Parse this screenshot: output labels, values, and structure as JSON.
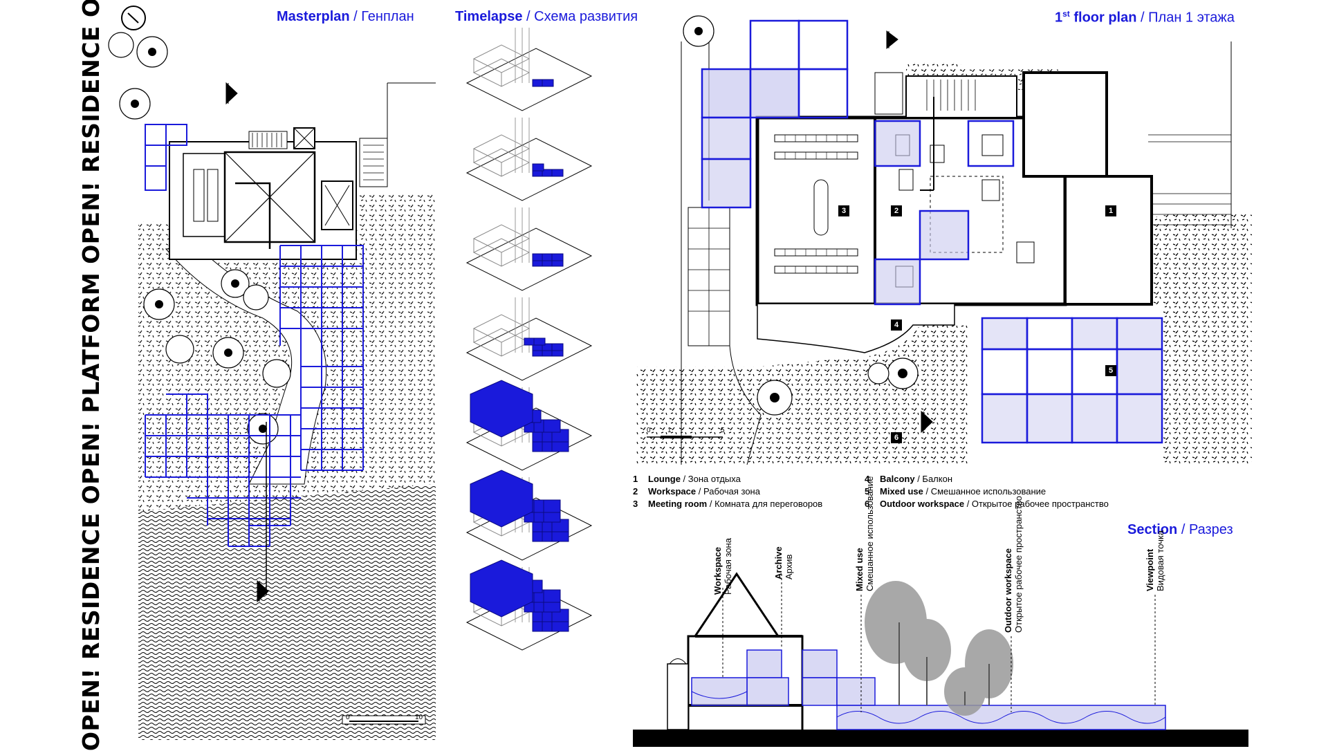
{
  "vertical_title": "OPEN! RESIDENCE OPEN! PLATFORM OPEN! RESIDENCE OPEN! PLATFORM",
  "masterplan": {
    "title_en": "Masterplan",
    "title_ru": "Генплан",
    "scale_start": "0",
    "scale_end": "10"
  },
  "timelapse": {
    "title_en": "Timelapse",
    "title_ru": "Схема развития",
    "stages": 7
  },
  "floor_plan": {
    "title_en": "1",
    "title_sup": "st",
    "title_en_rest": " floor plan",
    "title_ru": "План 1 этажа",
    "scale_start": "0",
    "scale_mid": "1",
    "scale_end": "5",
    "room_numbers": [
      "1",
      "2",
      "3",
      "4",
      "5",
      "6"
    ]
  },
  "legend": {
    "col1": [
      {
        "num": "1",
        "en": "Lounge",
        "ru": "Зона отдыха"
      },
      {
        "num": "2",
        "en": "Workspace",
        "ru": "Рабочая зона"
      },
      {
        "num": "3",
        "en": "Meeting room",
        "ru": "Комната для переговоров"
      }
    ],
    "col2": [
      {
        "num": "4",
        "en": "Balcony",
        "ru": "Балкон"
      },
      {
        "num": "5",
        "en": "Mixed use",
        "ru": "Смешанное использование"
      },
      {
        "num": "6",
        "en": "Outdoor workspace",
        "ru": "Открытое рабочее пространство"
      }
    ]
  },
  "section": {
    "title_en": "Section",
    "title_ru": "Разрез",
    "labels": [
      {
        "en": "Workspace",
        "ru": "Рабочая зона"
      },
      {
        "en": "Archive",
        "ru": "Архив"
      },
      {
        "en": "Mixed use",
        "ru": "Смешанное использование"
      },
      {
        "en": "Outdoor workspace",
        "ru": "Открытое рабочее пространство"
      },
      {
        "en": "Viewpoint",
        "ru": "Видовая точка"
      }
    ]
  },
  "colors": {
    "accent_blue": "#1a1adb",
    "fill_blue": "#c9c9ef",
    "dark_blue": "#1212c8"
  },
  "icons": [
    "north-arrow-icon",
    "section-marker-icon",
    "tree-icon"
  ]
}
